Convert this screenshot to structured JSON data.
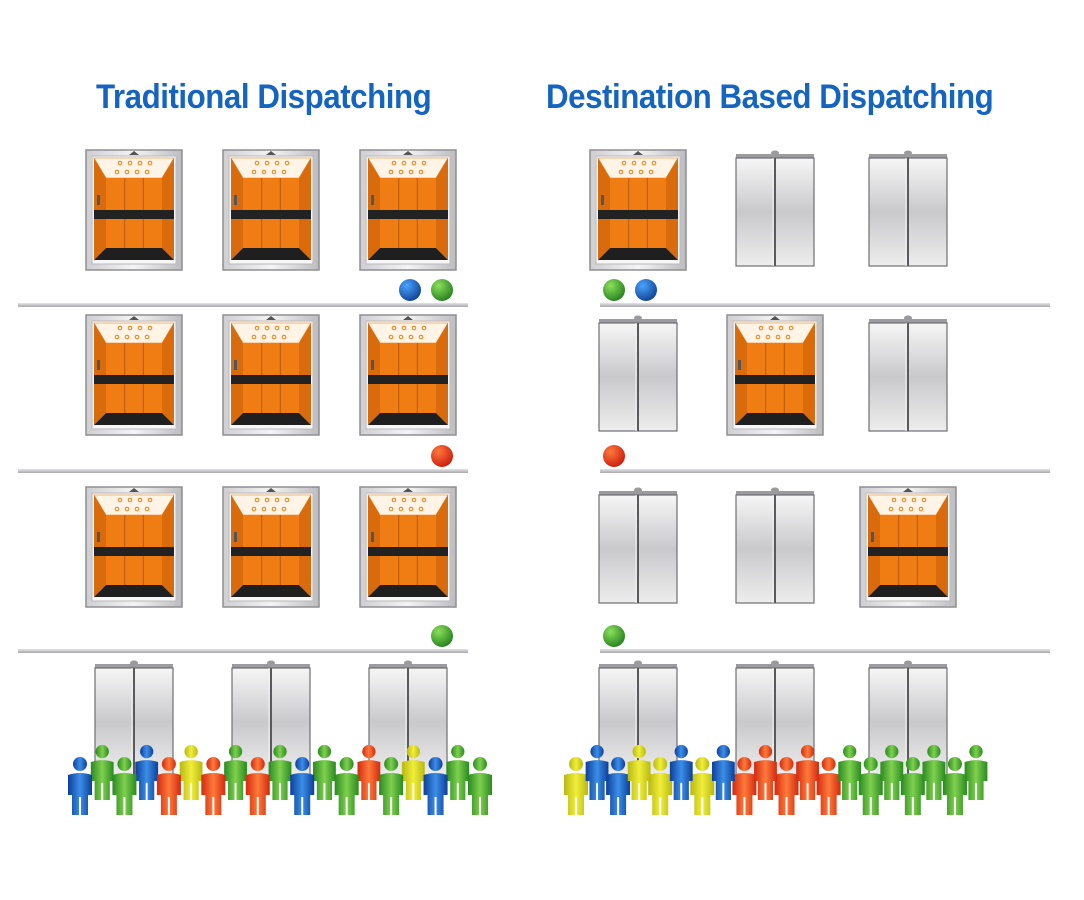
{
  "panels": [
    {
      "title": "Traditional Dispatching",
      "floors": [
        {
          "cars": [
            "open",
            "open",
            "open"
          ],
          "calls": [
            "blue",
            "green"
          ]
        },
        {
          "cars": [
            "open",
            "open",
            "open"
          ],
          "calls": [
            "red"
          ]
        },
        {
          "cars": [
            "open",
            "open",
            "open"
          ],
          "calls": [
            "green"
          ]
        },
        {
          "cars": [
            "closed",
            "closed",
            "closed"
          ],
          "calls": []
        }
      ],
      "crowd": [
        "blue",
        "green",
        "green",
        "blue",
        "red",
        "yellow",
        "red",
        "green",
        "red",
        "green",
        "blue",
        "green",
        "green",
        "red",
        "green",
        "yellow",
        "blue",
        "green",
        "green"
      ]
    },
    {
      "title": "Destination Based Dispatching",
      "floors": [
        {
          "cars": [
            "open",
            "closed",
            "closed"
          ],
          "calls": [
            "green",
            "blue"
          ]
        },
        {
          "cars": [
            "closed",
            "open",
            "closed"
          ],
          "calls": [
            "red"
          ]
        },
        {
          "cars": [
            "closed",
            "closed",
            "open"
          ],
          "calls": [
            "green"
          ]
        },
        {
          "cars": [
            "closed",
            "closed",
            "closed"
          ],
          "calls": []
        }
      ],
      "crowd": [
        "yellow",
        "blue",
        "blue",
        "yellow",
        "yellow",
        "blue",
        "yellow",
        "blue",
        "red",
        "red",
        "red",
        "red",
        "red",
        "green",
        "green",
        "green",
        "green",
        "green",
        "green",
        "green"
      ]
    }
  ],
  "colors": {
    "title": "#1565c0",
    "cabin": "#ef7d13",
    "floor_line": "#c8c8cc",
    "blue": "#1565c0",
    "green": "#3aa52a",
    "red": "#e3401c",
    "yellow": "#d8d21a"
  }
}
